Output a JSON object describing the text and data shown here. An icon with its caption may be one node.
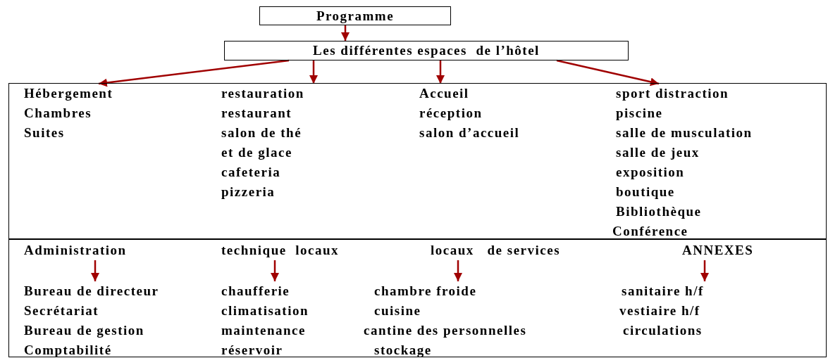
{
  "diagram": {
    "nodes": [
      {
        "text": [
          "Programme"
        ]
      },
      {
        "text": [
          "Les différentes espaces  de l’hôtel"
        ]
      },
      {
        "text": [],
        "shape": "box"
      },
      {
        "text": [
          "Hébergement",
          "Chambres",
          "Suites"
        ],
        "in": 2
      },
      {
        "text": [
          "restauration",
          "restaurant",
          "salon de thé",
          "et de glace",
          "cafeteria",
          "pizzeria"
        ],
        "in": 2
      },
      {
        "text": [
          "Accueil",
          "réception",
          "salon d’accueil"
        ],
        "in": 2
      },
      {
        "text": [
          "sport distraction",
          "piscine",
          "salle de musculation",
          "salle de jeux",
          "exposition",
          "boutique",
          "Bibliothèque",
          "Conférence"
        ],
        "in": 2
      },
      {
        "text": [],
        "shape": "box"
      },
      {
        "text": [
          "Administration"
        ],
        "in": 7
      },
      {
        "text": [
          "Bureau de directeur",
          "Secrétariat",
          "Bureau de gestion",
          "Comptabilité"
        ],
        "in": 7
      },
      {
        "text": [
          "technique  locaux"
        ],
        "in": 7
      },
      {
        "text": [
          "chaufferie",
          "climatisation",
          "maintenance",
          "réservoir"
        ],
        "in": 7
      },
      {
        "text": [
          "locaux   de services"
        ],
        "in": 7
      },
      {
        "text": [
          "chambre froide",
          "cuisine",
          "cantine des personnelles",
          "stockage"
        ],
        "in": 7
      },
      {
        "text": [
          "ANNEXES"
        ],
        "in": 7
      },
      {
        "text": [
          "sanitaire h/f",
          "vestiaire h/f",
          "circulations"
        ],
        "in": 7
      }
    ],
    "edges": [
      {
        "from": 0,
        "to": 1,
        "arrow": "to"
      },
      {
        "from": 1,
        "to": 3,
        "arrow": "to"
      },
      {
        "from": 1,
        "to": 4,
        "arrow": "to"
      },
      {
        "from": 1,
        "to": 5,
        "arrow": "to"
      },
      {
        "from": 1,
        "to": 6,
        "arrow": "to"
      },
      {
        "from": 8,
        "to": 9,
        "arrow": "to"
      },
      {
        "from": 10,
        "to": 11,
        "arrow": "to"
      },
      {
        "from": 12,
        "to": 13,
        "arrow": "to"
      },
      {
        "from": 14,
        "to": 15,
        "arrow": "to"
      }
    ]
  }
}
